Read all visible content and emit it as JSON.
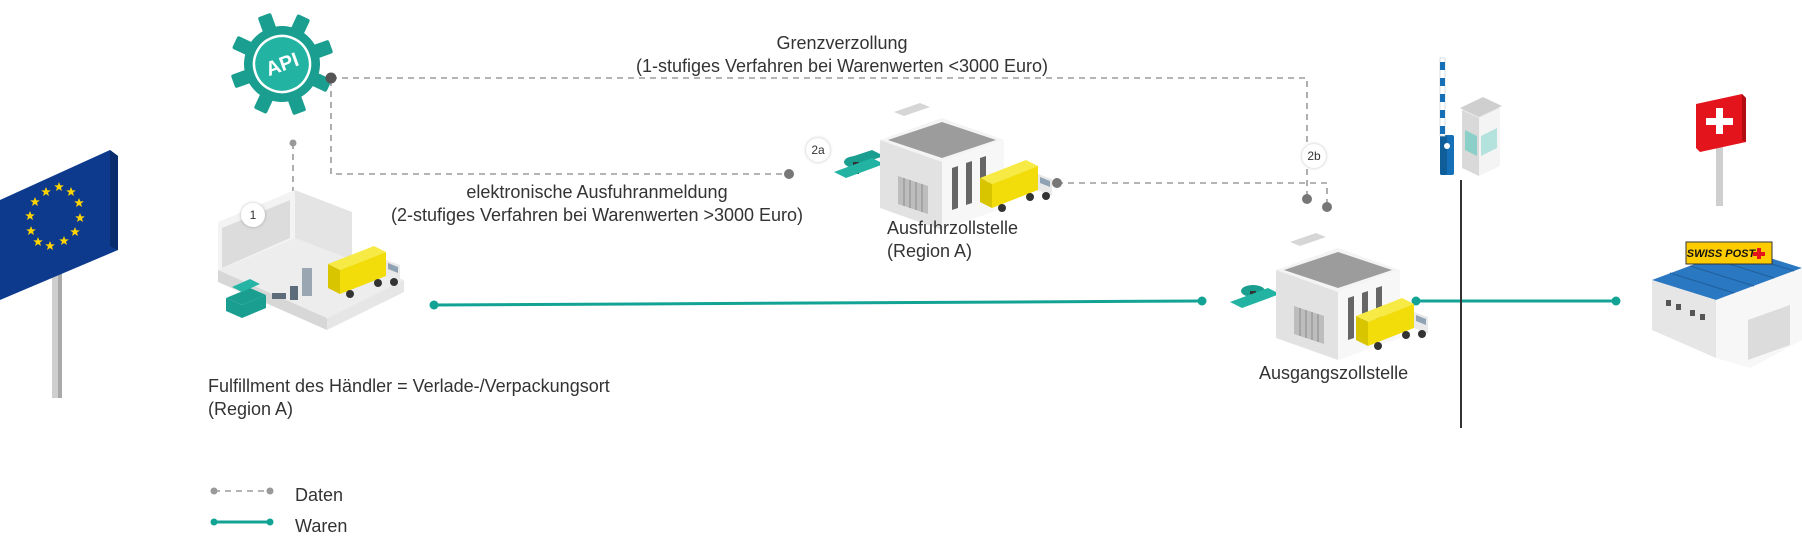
{
  "api": {
    "label": "API"
  },
  "routes": {
    "border_clearance": {
      "title": "Grenzverzollung",
      "subtitle": "(1-stufiges Verfahren bei Warenwerten <3000 Euro)"
    },
    "export_declaration": {
      "title": "elektronische Ausfuhranmeldung",
      "subtitle": "(2-stufiges Verfahren bei Warenwerten >3000 Euro)"
    }
  },
  "steps": {
    "step1": "1",
    "step2a": "2a",
    "step2b": "2b"
  },
  "nodes": {
    "fulfillment": {
      "line1": "Fulfillment des Händler = Verlade-/Verpackungsort",
      "line2": "(Region A)"
    },
    "export_office": {
      "line1": "Ausfuhrzollstelle",
      "line2": "(Region A)"
    },
    "exit_office": {
      "line1": "Ausgangszollstelle"
    },
    "swiss_post": {
      "logo_text": "SWISS POST"
    }
  },
  "legend": {
    "data_label": "Daten",
    "goods_label": "Waren"
  },
  "colors": {
    "data_line": "#9b9b9b",
    "goods_line": "#13a394",
    "eu_blue": "#0d3a8c",
    "eu_star": "#ffd400",
    "truck_yellow": "#f2dd0a",
    "swiss_red": "#e4141c",
    "roof_blue": "#2b78c2",
    "post_yellow": "#ffcc00"
  }
}
